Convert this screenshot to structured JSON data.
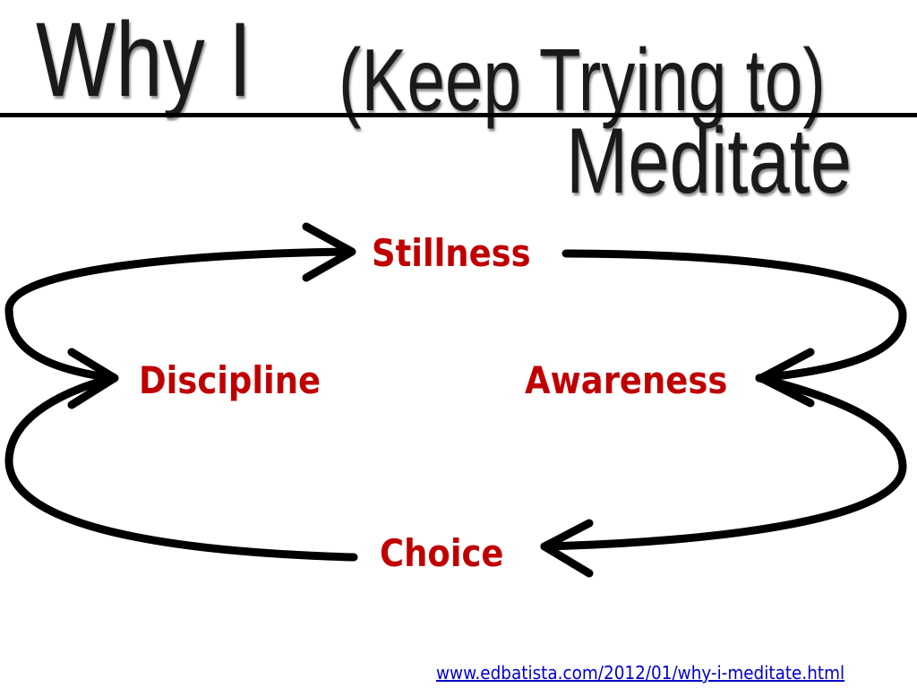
{
  "title": {
    "main": "Why I",
    "parenthetical": "(Keep Trying to)",
    "sub": "Meditate"
  },
  "cycle": {
    "nodes": {
      "stillness": "Stillness",
      "awareness": "Awareness",
      "choice": "Choice",
      "discipline": "Discipline"
    },
    "node_color": "#c00000",
    "arrow_color": "#000000"
  },
  "source": {
    "url_text": "www.edbatista.com/2012/01/why-i-meditate.html",
    "link_color": "#0000cc"
  }
}
